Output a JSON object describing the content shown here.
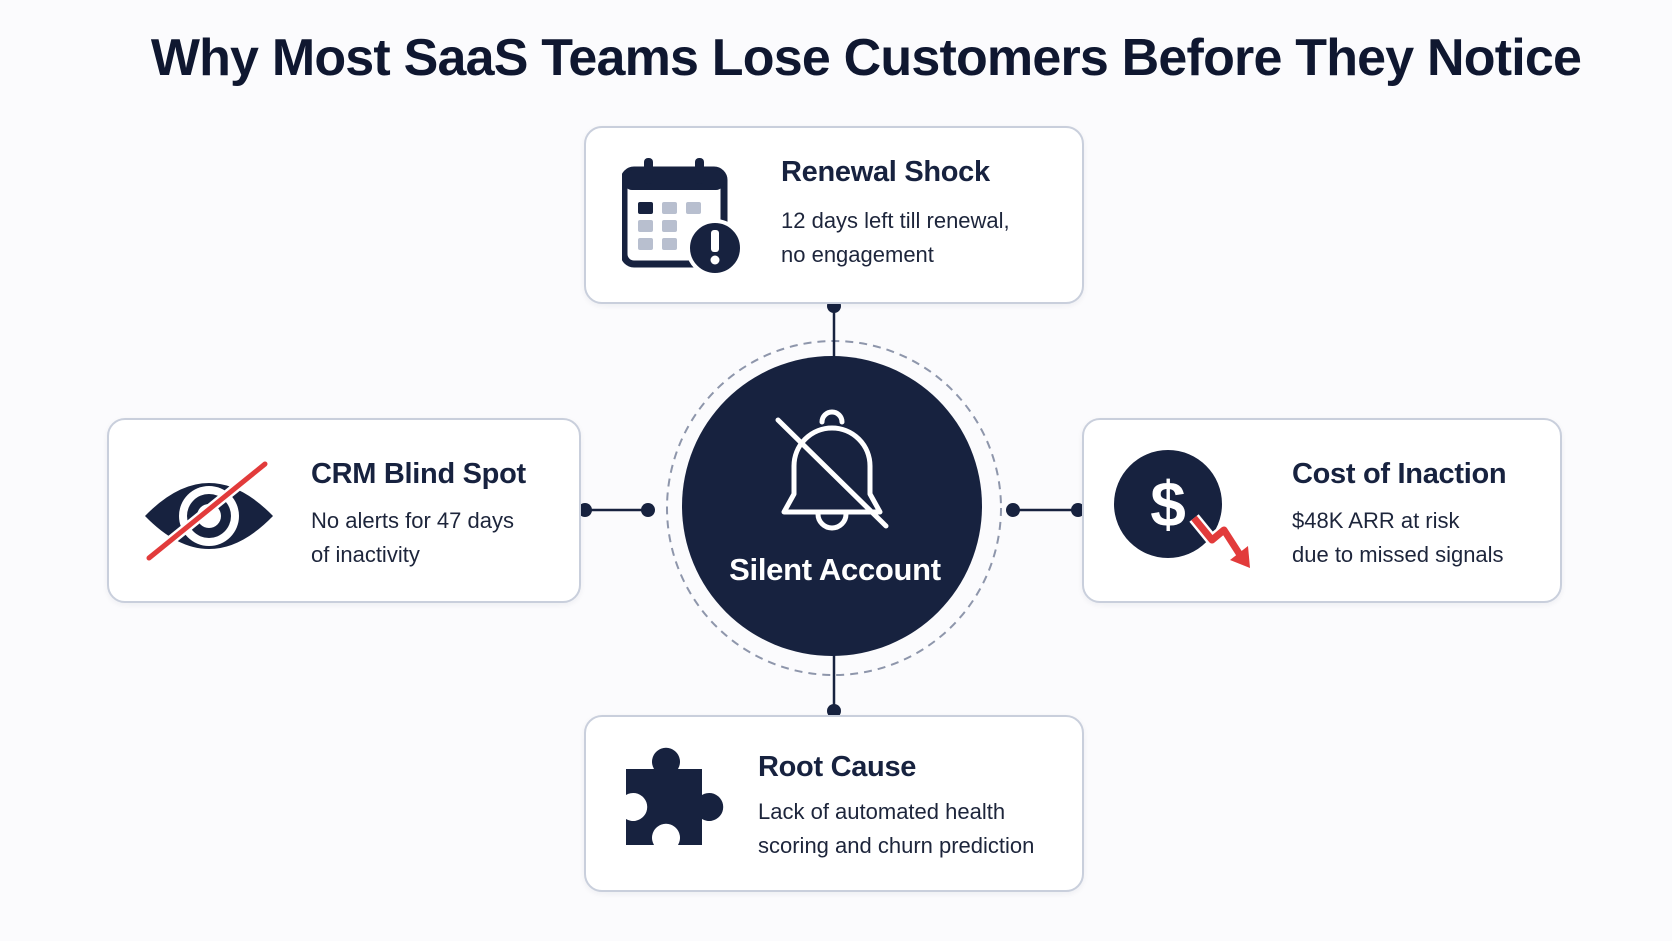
{
  "title": "Why Most SaaS Teams Lose Customers Before They Notice",
  "hub": {
    "label": "Silent Account",
    "icon": "bell-off-icon"
  },
  "cards": {
    "top": {
      "title": "Renewal Shock",
      "desc": [
        "12 days left till renewal,",
        "no engagement"
      ],
      "icon": "calendar-alert-icon"
    },
    "left": {
      "title": "CRM Blind Spot",
      "desc": [
        "No alerts for 47 days",
        "of inactivity"
      ],
      "icon": "eye-slash-icon"
    },
    "right": {
      "title": "Cost of Inaction",
      "desc": [
        "$48K ARR at risk",
        "due to missed signals"
      ],
      "icon": "dollar-decline-icon"
    },
    "bottom": {
      "title": "Root Cause",
      "desc": [
        "Lack of automated health",
        "scoring and churn prediction"
      ],
      "icon": "puzzle-piece-icon"
    }
  },
  "colors": {
    "navy": "#17223f",
    "accent_red": "#e23b3b",
    "border": "#c9cfdc"
  }
}
